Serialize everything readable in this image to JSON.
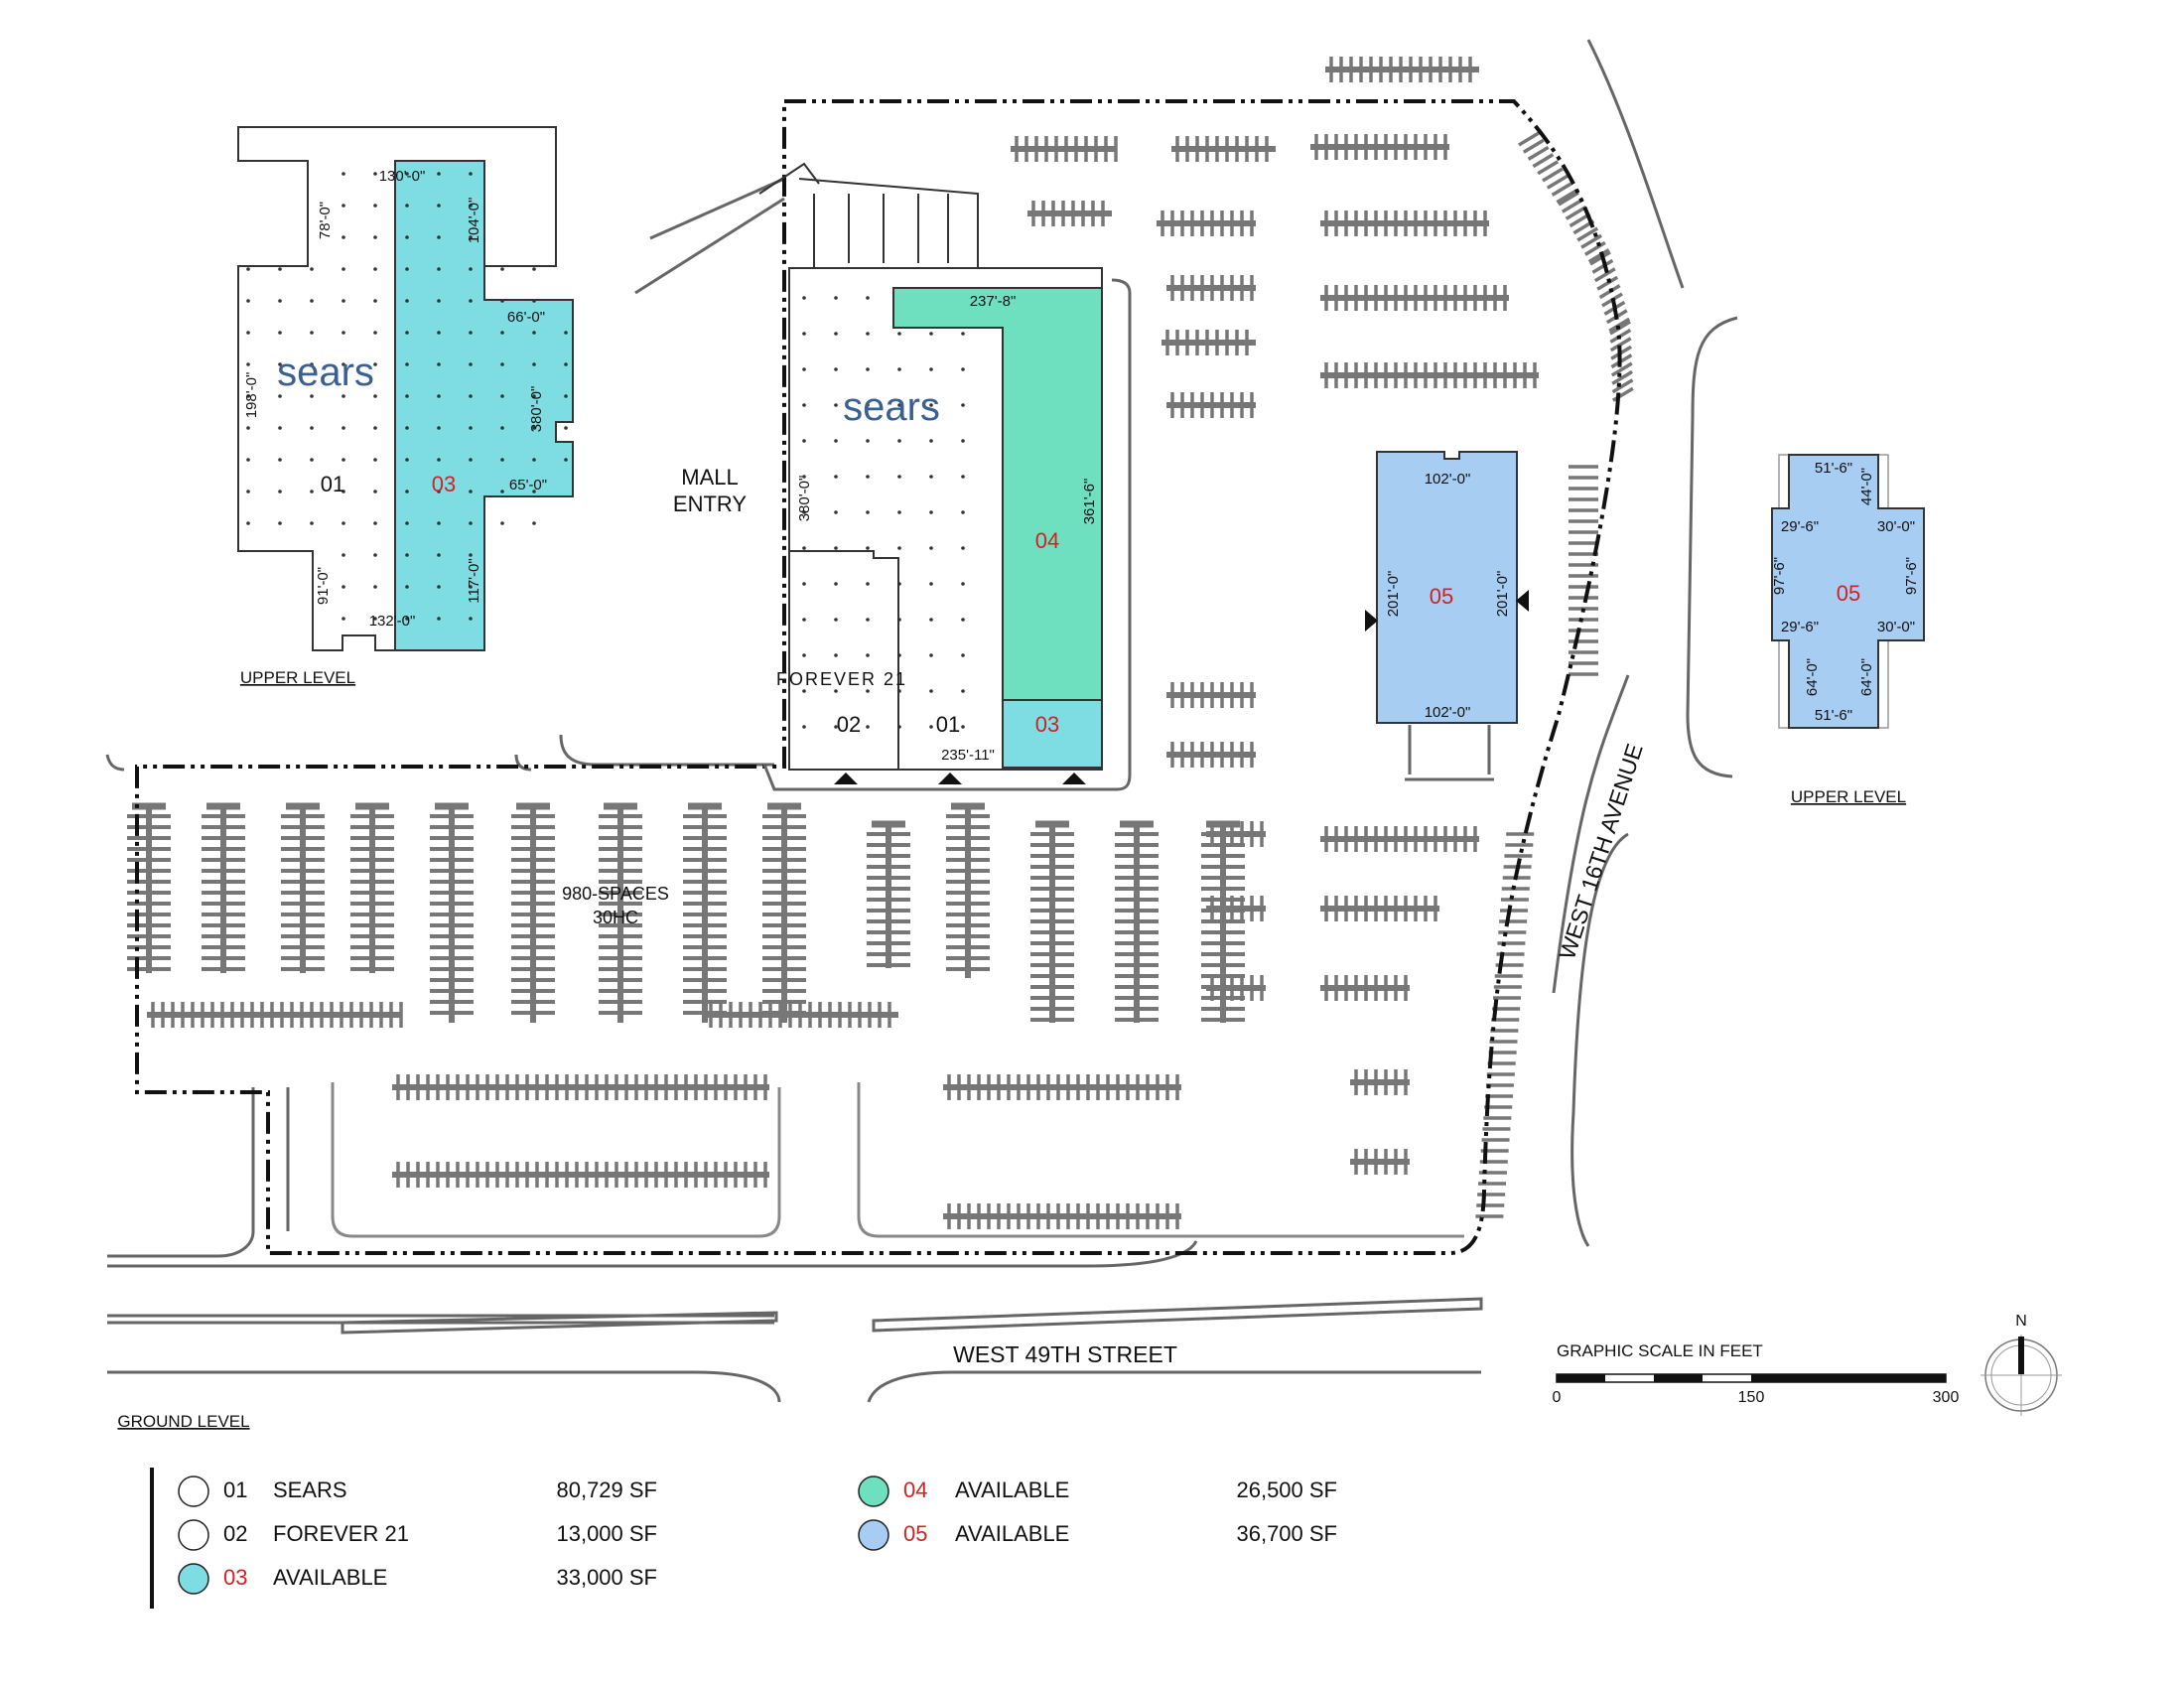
{
  "colors": {
    "available_03": "#7ddde3",
    "available_04": "#6fe0bf",
    "available_05": "#a7cdf2",
    "unit_number_red": "#d42020"
  },
  "labels": {
    "mall_entry_line1": "MALL",
    "mall_entry_line2": "ENTRY",
    "upper_level_left": "UPPER LEVEL",
    "upper_level_right": "UPPER LEVEL",
    "ground_level": "GROUND LEVEL",
    "west_49th": "WEST 49TH STREET",
    "west_16th": "WEST 16TH AVENUE",
    "spaces_line1": "980-SPACES",
    "spaces_line2": "30HC",
    "sears_logo_upper": "sears",
    "sears_logo_ground": "sears",
    "forever21_logo": "FOREVER 21",
    "north": "N"
  },
  "scale": {
    "title": "GRAPHIC SCALE IN FEET",
    "ticks": [
      "0",
      "150",
      "300"
    ]
  },
  "upper_left_plan": {
    "unit_01": "01",
    "unit_03": "03",
    "dims": {
      "top": "130'-0\"",
      "d78": "78'-0\"",
      "d104": "104'-0\"",
      "d66": "66'-0\"",
      "d198": "198'-0\"",
      "d380": "380'-0\"",
      "d65": "65'-0\"",
      "d91": "91'-0\"",
      "d117": "117'-0\"",
      "d132": "132'-0\""
    }
  },
  "ground_plan": {
    "unit_01": "01",
    "unit_02": "02",
    "unit_03": "03",
    "unit_04": "04",
    "unit_05": "05",
    "dims": {
      "d237": "237'-8\"",
      "d380": "380'-0\"",
      "d361": "361'-6\"",
      "d235": "235'-11\"",
      "b102_top": "102'-0\"",
      "b102_bottom": "102'-0\"",
      "b201_left": "201'-0\"",
      "b201_right": "201'-0\""
    }
  },
  "upper_right_plan": {
    "unit_05": "05",
    "dims": {
      "top": "51'-6\"",
      "d44": "44'-0\"",
      "d29_top": "29'-6\"",
      "d30_top": "30'-0\"",
      "d97_left": "97'-6\"",
      "d97_right": "97'-6\"",
      "d29_bottom": "29'-6\"",
      "d30_bottom": "30'-0\"",
      "d64_left": "64'-0\"",
      "d64_right": "64'-0\"",
      "bottom": "51'-6\""
    }
  },
  "legend": {
    "left": [
      {
        "num": "01",
        "name": "SEARS",
        "area": "80,729 SF",
        "swatch": "#ffffff",
        "num_red": false
      },
      {
        "num": "02",
        "name": "FOREVER 21",
        "area": "13,000 SF",
        "swatch": "#ffffff",
        "num_red": false
      },
      {
        "num": "03",
        "name": "AVAILABLE",
        "area": "33,000 SF",
        "swatch": "#7ddde3",
        "num_red": true
      }
    ],
    "right": [
      {
        "num": "04",
        "name": "AVAILABLE",
        "area": "26,500 SF",
        "swatch": "#6fe0bf",
        "num_red": true
      },
      {
        "num": "05",
        "name": "AVAILABLE",
        "area": "36,700 SF",
        "swatch": "#a7cdf2",
        "num_red": true
      }
    ]
  }
}
